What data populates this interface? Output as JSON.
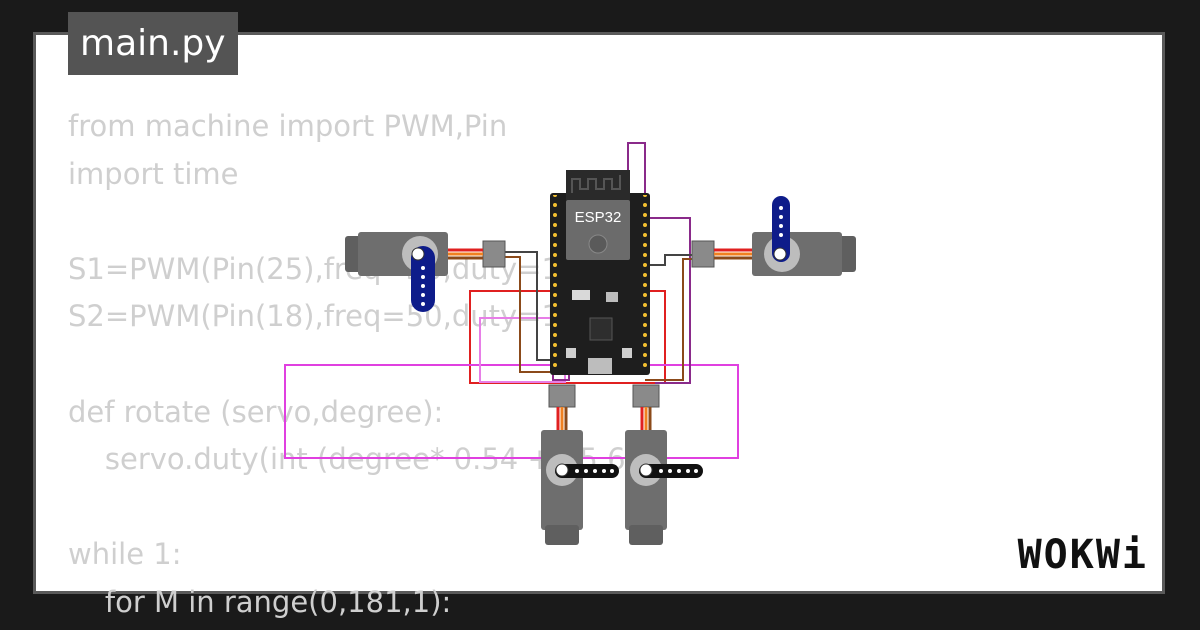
{
  "tab": {
    "filename": "main.py"
  },
  "code_lines": [
    "from machine import PWM,Pin",
    "import time",
    "",
    "S1=PWM(Pin(25),freq=50,duty=1",
    "S2=PWM(Pin(18),freq=50,duty=1",
    "",
    "def rotate (servo,degree):",
    "    servo.duty(int (degree* 0.54 + 25.6)",
    "",
    "while 1:",
    "    for M in range(0,181,1):"
  ],
  "board": {
    "label": "ESP32"
  },
  "brand": "WOKWi",
  "colors": {
    "background": "#1a1a1a",
    "card": "#ffffff",
    "code_text": "#cfcfcf",
    "tab_bg": "#545454",
    "wire_red": "#e02020",
    "wire_magenta": "#e040e0",
    "wire_purple": "#8a2a8a",
    "wire_brown": "#8b4a1a",
    "servo_horn": "#0e1c8a"
  }
}
